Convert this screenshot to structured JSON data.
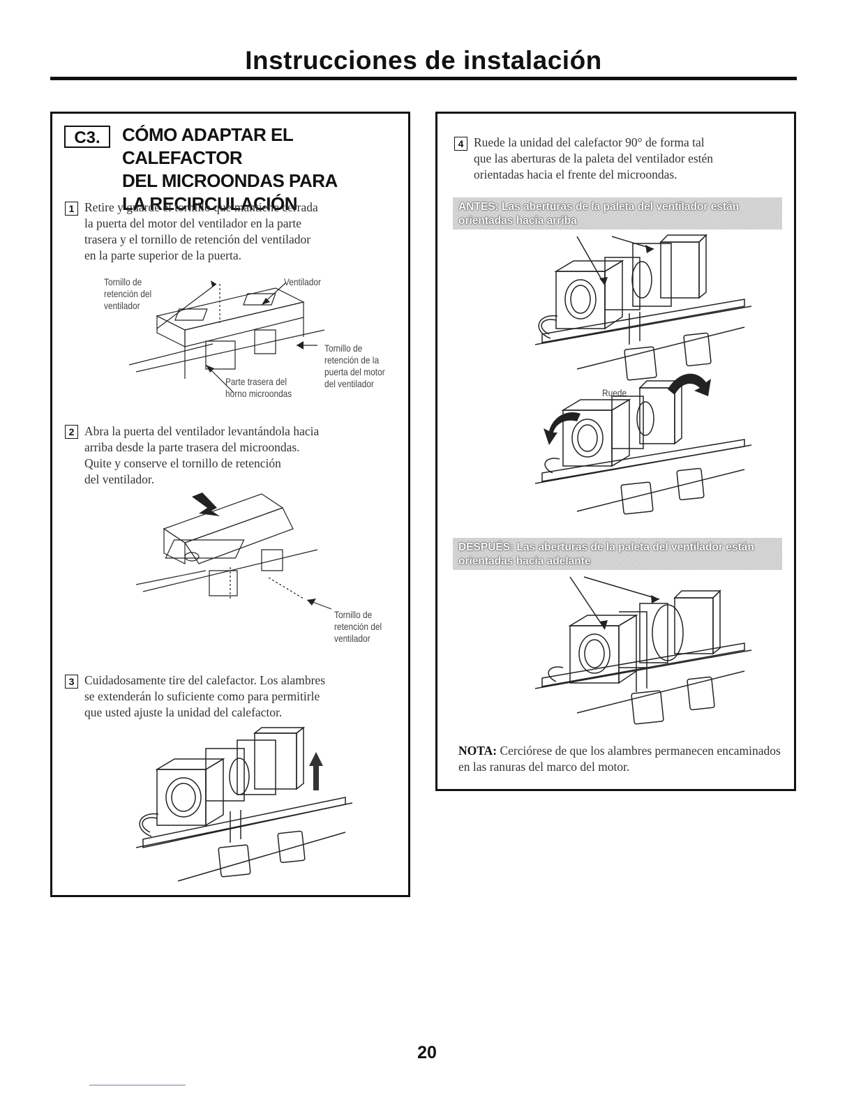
{
  "page_title": "Instrucciones de instalación",
  "page_number": "20",
  "left_box": {
    "section_number": "C3.",
    "section_title": [
      "CÓMO ADAPTAR EL CALEFACTOR",
      "DEL MICROONDAS PARA",
      "LA RECIRCULACIÓN"
    ],
    "steps": [
      {
        "number": "1",
        "lines": [
          "Retire y guarde el tornillo que mantiene cerrada",
          "la puerta del motor del ventilador en la parte",
          "trasera y el tornillo de retención del ventilador",
          "en la parte superior de la puerta."
        ],
        "figure_labels": {
          "retention_screw": [
            "Tornillo de",
            "retención del",
            "ventilador"
          ],
          "fan": [
            "Ventilador"
          ],
          "door_screw": [
            "Tornillo de",
            "retención de la",
            "puerta del motor",
            "del ventilador"
          ],
          "rear": [
            "Parte trasera del",
            "horno microondas"
          ]
        }
      },
      {
        "number": "2",
        "lines": [
          "Abra la puerta del ventilador levantándola hacia",
          "arriba desde la parte trasera del microondas.",
          "Quite y conserve el tornillo de retención",
          "del ventilador."
        ],
        "figure_labels": {
          "retention_screw": [
            "Tornillo de",
            "retención del",
            "ventilador"
          ]
        }
      },
      {
        "number": "3",
        "lines": [
          "Cuidadosamente tire del calefactor. Los alambres",
          "se extenderán lo suficiente como para permitirle",
          "que usted ajuste la unidad del calefactor."
        ]
      }
    ]
  },
  "right_box": {
    "step": {
      "number": "4",
      "lines": [
        "Ruede la unidad del calefactor 90° de forma tal",
        "que las aberturas de la paleta del ventilador estén",
        "orientadas hacia el frente del microondas."
      ]
    },
    "banner_before": [
      "ANTES: Las aberturas de la paleta del ventilador están",
      "orientadas hacia arriba"
    ],
    "roll_label": "Ruede",
    "banner_after": [
      "DESPUÉS: Las aberturas de la paleta del ventilador están",
      "orientadas hacia adelante"
    ],
    "note_label": "NOTA:",
    "note_text": "Cerciórese de que los alambres permanecen encaminados en las ranuras del marco del motor."
  }
}
